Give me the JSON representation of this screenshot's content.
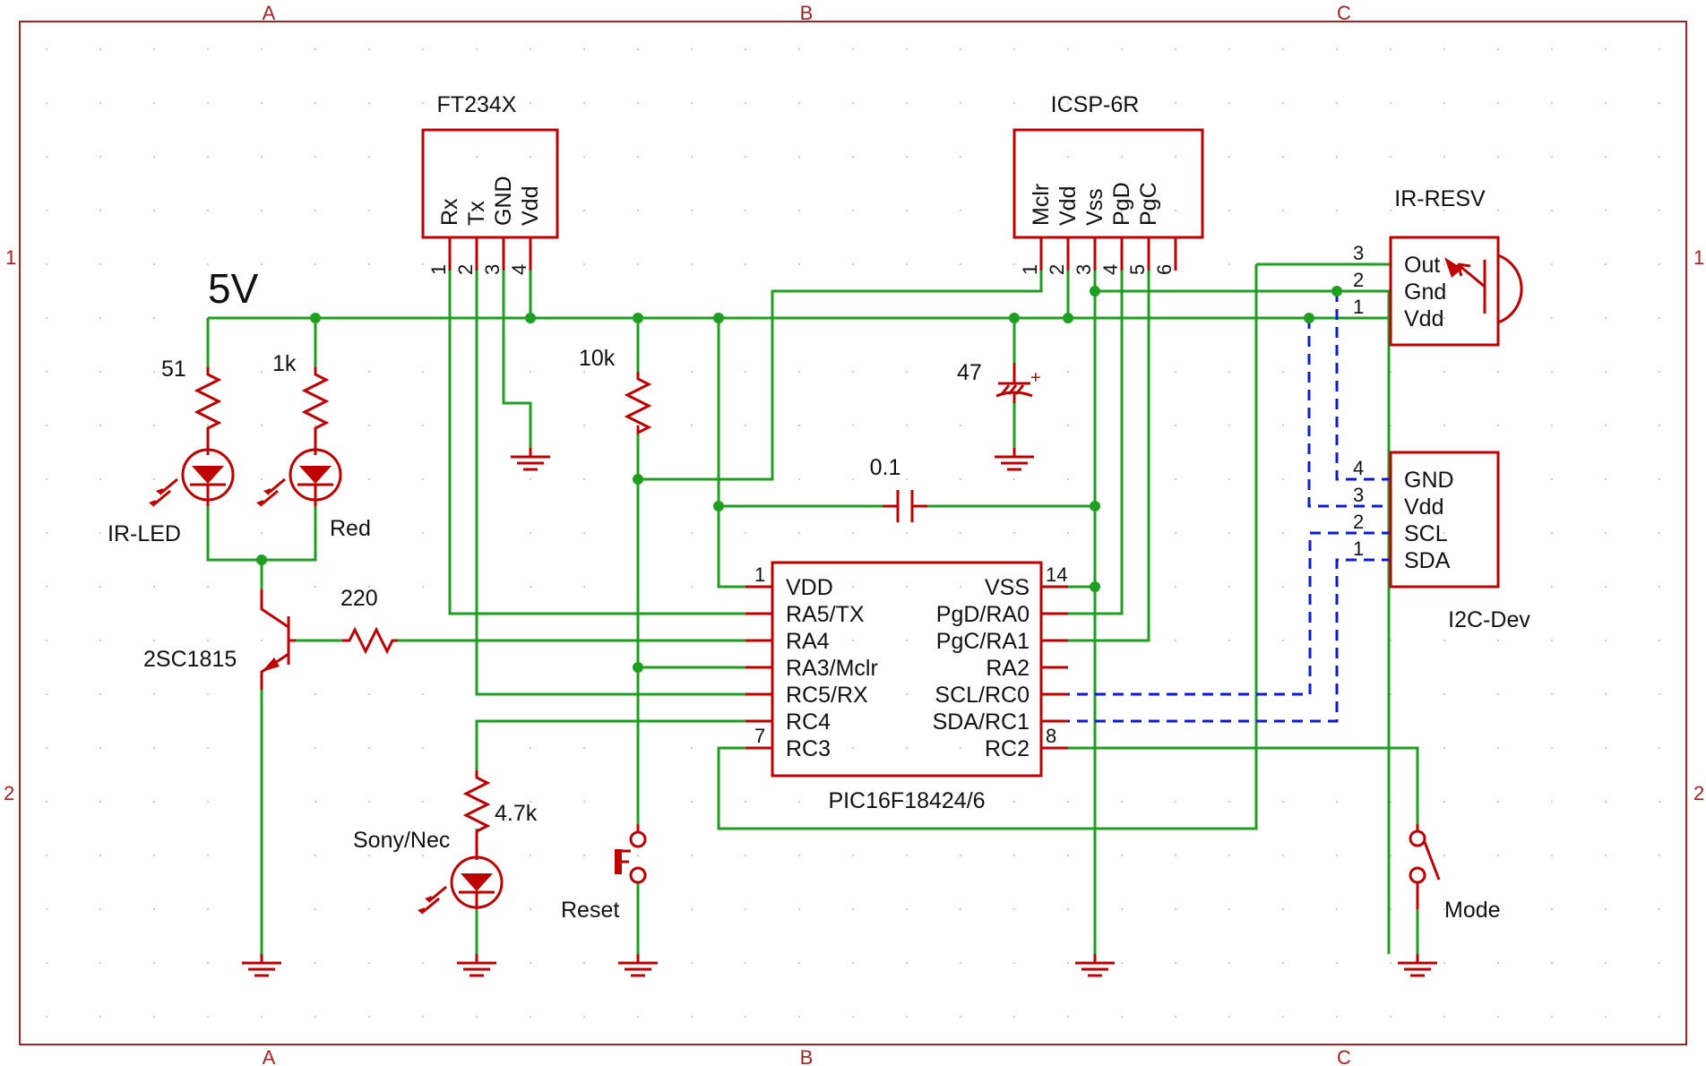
{
  "frame": {
    "columns": [
      "A",
      "B",
      "C"
    ],
    "rows": [
      "1",
      "2"
    ]
  },
  "supply_label": "5V",
  "components": {
    "ft234x": {
      "name": "FT234X",
      "pins": [
        "Rx",
        "Tx",
        "GND",
        "Vdd"
      ],
      "pin_numbers": [
        "1",
        "2",
        "3",
        "4"
      ]
    },
    "icsp": {
      "name": "ICSP-6R",
      "pins": [
        "Mclr",
        "Vdd",
        "Vss",
        "PgD",
        "PgC"
      ],
      "pin_numbers": [
        "1",
        "2",
        "3",
        "4",
        "5",
        "6"
      ]
    },
    "ir_resv": {
      "name": "IR-RESV",
      "pins": [
        "Out",
        "Gnd",
        "Vdd"
      ],
      "pin_numbers": [
        "3",
        "2",
        "1"
      ]
    },
    "i2c_dev": {
      "name": "I2C-Dev",
      "pins": [
        "GND",
        "Vdd",
        "SCL",
        "SDA"
      ],
      "pin_numbers": [
        "4",
        "3",
        "2",
        "1"
      ]
    },
    "mcu": {
      "name": "PIC16F18424/6",
      "left_pins": [
        "VDD",
        "RA5/TX",
        "RA4",
        "RA3/Mclr",
        "RC5/RX",
        "RC4",
        "RC3"
      ],
      "right_pins": [
        "VSS",
        "PgD/RA0",
        "PgC/RA1",
        "RA2",
        "SCL/RC0",
        "SDA/RC1",
        "RC2"
      ],
      "pin_numbers": [
        "1",
        "7",
        "14",
        "8"
      ]
    },
    "r51": "51",
    "r1k": "1k",
    "r10k": "10k",
    "r220": "220",
    "r47k": "4.7k",
    "c47": "47",
    "c01": "0.1",
    "led_ir": "IR-LED",
    "led_red": "Red",
    "led_sony": "Sony/Nec",
    "transistor": "2SC1815",
    "sw_reset": "Reset",
    "sw_mode": "Mode"
  },
  "colors": {
    "wire": "#1f9f1f",
    "part": "#c00000",
    "frame": "#a52222",
    "bus": "#0b1bd6",
    "text": "#111111"
  }
}
